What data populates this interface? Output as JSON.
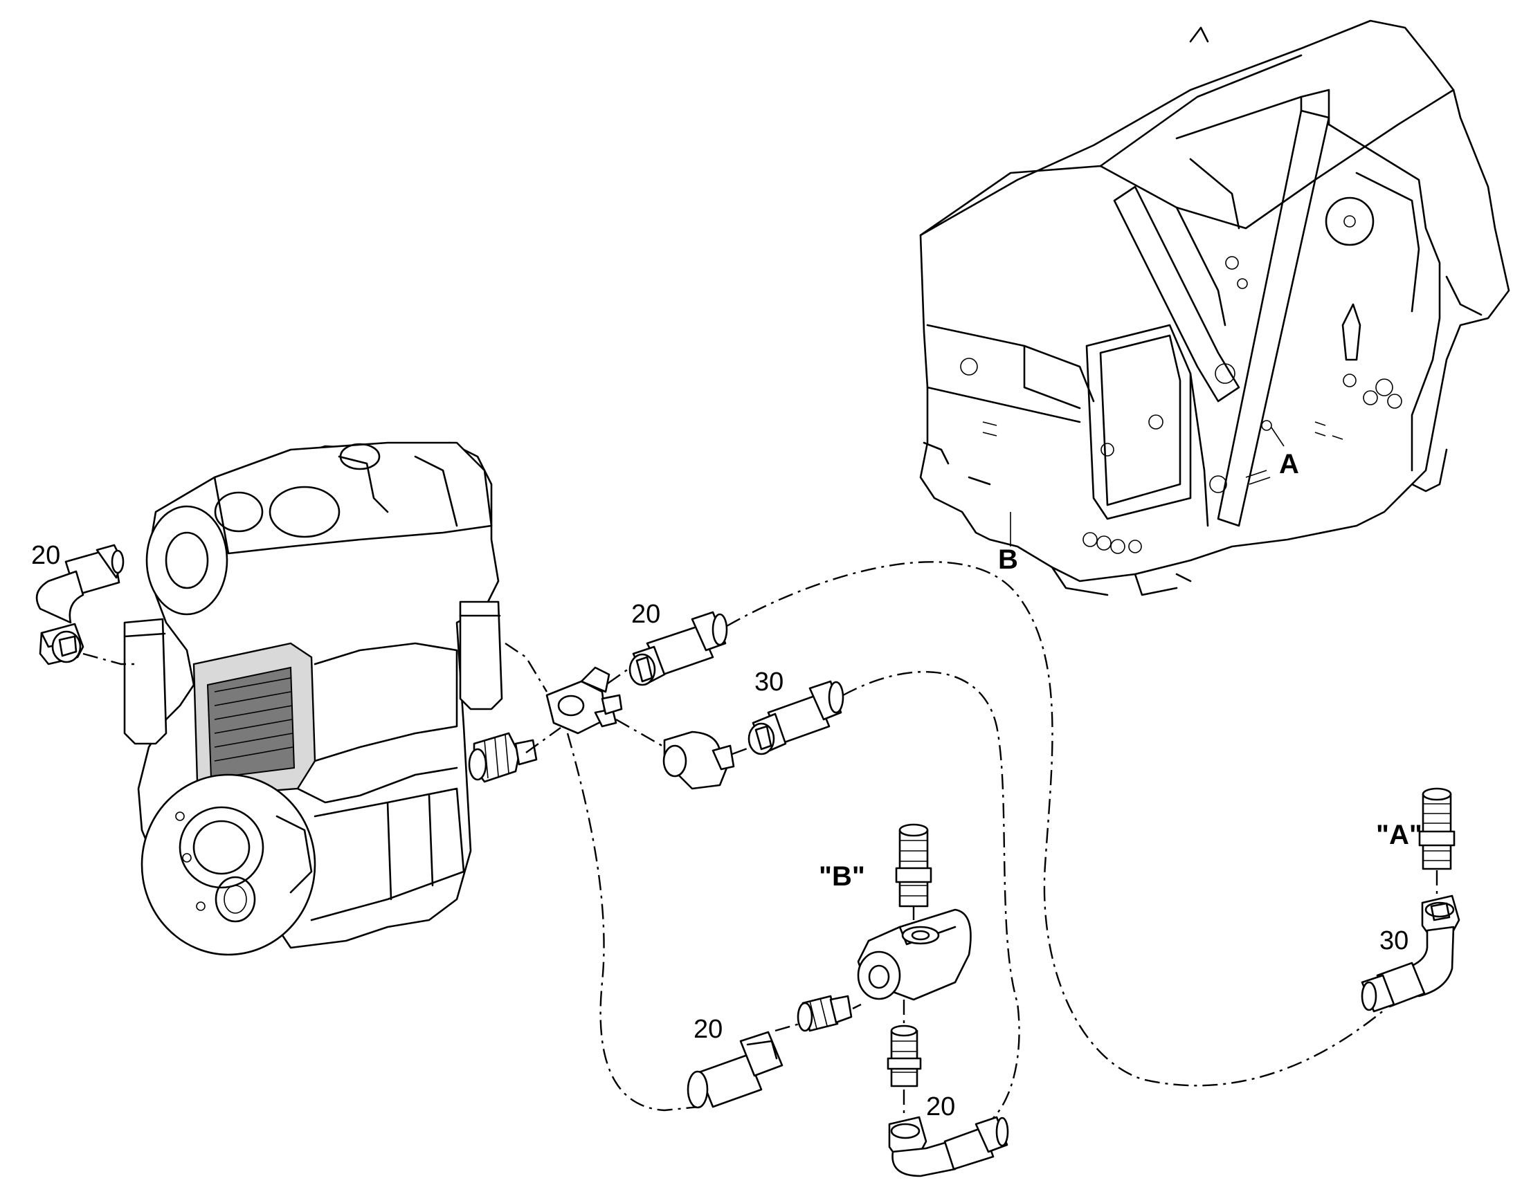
{
  "callouts": {
    "hose_left": "20",
    "hose_tee_upper": "20",
    "hose_tee_lower": "30",
    "hose_bottom_left": "20",
    "hose_bottom_elbow": "20",
    "hose_right_elbow": "30"
  },
  "location_labels": {
    "frame_point_a": "A",
    "frame_point_b": "B",
    "detail_a": "\"A\"",
    "detail_b": "\"B\""
  }
}
